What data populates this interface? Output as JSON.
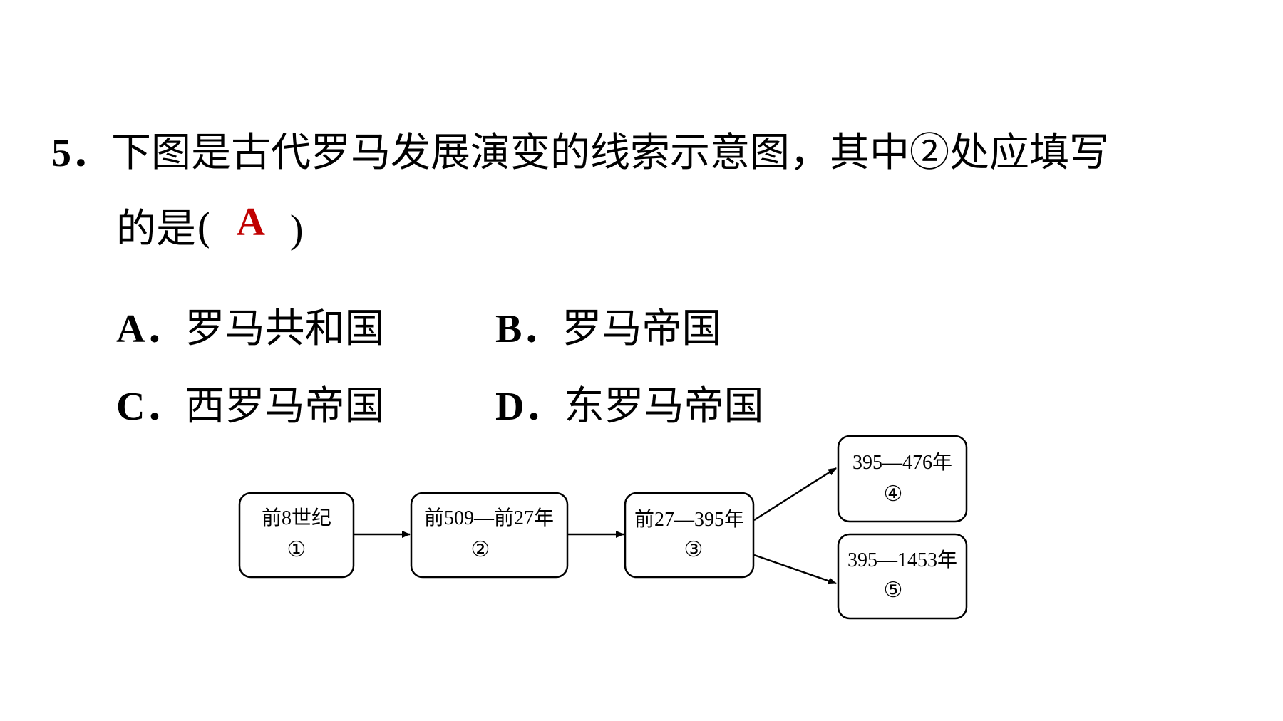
{
  "question": {
    "number": "5．",
    "stem_line1": "下图是古代罗马发展演变的线索示意图，其中②处应填写",
    "stem_line2_prefix": "的是(",
    "answer": "A",
    "stem_line2_suffix": ")"
  },
  "options": [
    {
      "letter": "A．",
      "text": "罗马共和国"
    },
    {
      "letter": "B．",
      "text": "罗马帝国"
    },
    {
      "letter": "C．",
      "text": "西罗马帝国"
    },
    {
      "letter": "D．",
      "text": "东罗马帝国"
    }
  ],
  "diagram": {
    "boxes": [
      {
        "label": "前8世纪",
        "marker": "①"
      },
      {
        "label": "前509—前27年",
        "marker": "②"
      },
      {
        "label": "前27—395年",
        "marker": "③"
      },
      {
        "label": "395—476年",
        "marker": "④"
      },
      {
        "label": "395—1453年",
        "marker": "⑤"
      }
    ]
  },
  "colors": {
    "answer": "#c00000",
    "text": "#000000"
  }
}
